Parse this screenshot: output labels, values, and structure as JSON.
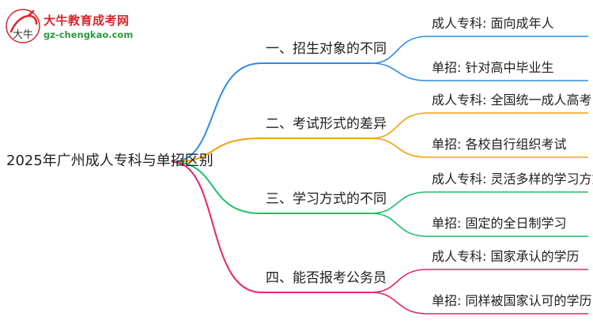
{
  "logo": {
    "brand": "大牛教育成考网",
    "url": "gz-chengkao.com",
    "mark_text": "大牛"
  },
  "colors": {
    "blue": "#2f8de4",
    "orange": "#f0a20a",
    "green": "#1fbf6a",
    "pink": "#e8246f"
  },
  "root": {
    "label": "2025年广州成人专科与单招区别"
  },
  "branches": [
    {
      "label": "一、招生对象的不同",
      "color": "blue",
      "leaves": [
        "成人专科: 面向成年人",
        "单招: 针对高中毕业生"
      ]
    },
    {
      "label": "二、考试形式的差异",
      "color": "orange",
      "leaves": [
        "成人专科: 全国统一成人高考",
        "单招: 各校自行组织考试"
      ]
    },
    {
      "label": "三、学习方式的不同",
      "color": "green",
      "leaves": [
        "成人专科: 灵活多样的学习方式",
        "单招: 固定的全日制学习"
      ]
    },
    {
      "label": "四、能否报考公务员",
      "color": "pink",
      "leaves": [
        "成人专科: 国家承认的学历",
        "单招: 同样被国家认可的学历"
      ]
    }
  ]
}
